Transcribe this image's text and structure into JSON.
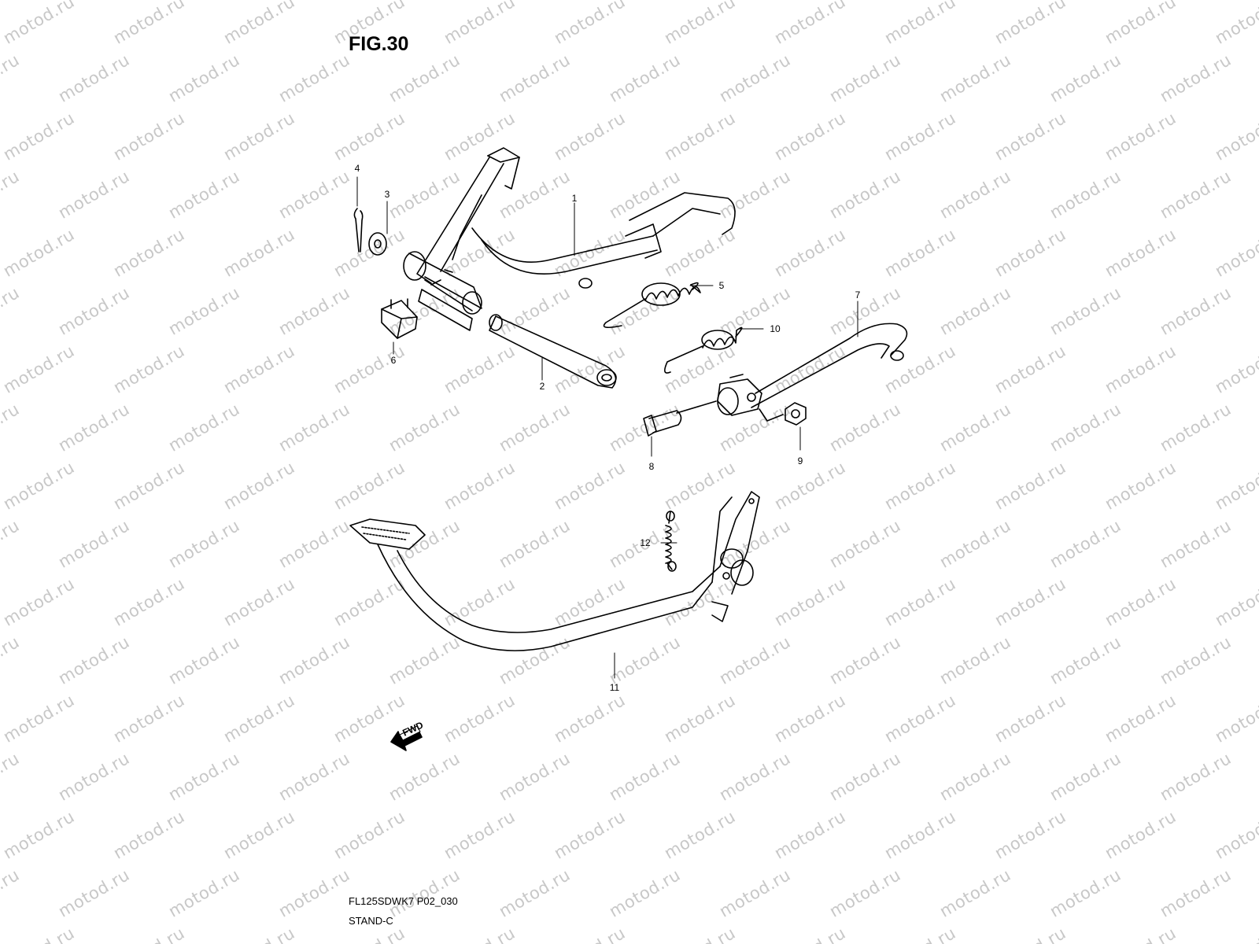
{
  "figure": {
    "title": "FIG.30",
    "code": "FL125SDWK7 P02_030",
    "name": "STAND-C"
  },
  "watermark": {
    "text": "motod.ru",
    "color": "#c8c8c8"
  },
  "direction_marker": {
    "label": "FWD",
    "icon": "fwd-arrow-icon"
  },
  "callouts": [
    {
      "id": "callout-1",
      "label": "1"
    },
    {
      "id": "callout-2",
      "label": "2"
    },
    {
      "id": "callout-3",
      "label": "3"
    },
    {
      "id": "callout-4",
      "label": "4"
    },
    {
      "id": "callout-5",
      "label": "5"
    },
    {
      "id": "callout-6",
      "label": "6"
    },
    {
      "id": "callout-7",
      "label": "7"
    },
    {
      "id": "callout-8",
      "label": "8"
    },
    {
      "id": "callout-9",
      "label": "9"
    },
    {
      "id": "callout-10",
      "label": "10"
    },
    {
      "id": "callout-11",
      "label": "11"
    },
    {
      "id": "callout-12",
      "label": "12"
    }
  ]
}
